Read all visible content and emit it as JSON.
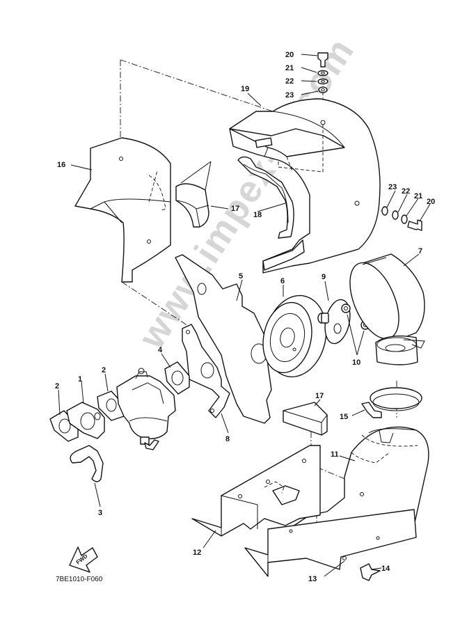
{
  "watermark": "www.impex-jp.com",
  "drawing_code": "7BE1010-F060",
  "fwd_label": "FWD",
  "callouts": {
    "c1": "1",
    "c2a": "2",
    "c2b": "2",
    "c3": "3",
    "c4": "4",
    "c5": "5",
    "c6": "6",
    "c7": "7",
    "c8": "8",
    "c9": "9",
    "c10": "10",
    "c11": "11",
    "c12": "12",
    "c13": "13",
    "c14": "14",
    "c15": "15",
    "c16": "16",
    "c17a": "17",
    "c17b": "17",
    "c18": "18",
    "c19": "19",
    "c20a": "20",
    "c20b": "20",
    "c21a": "21",
    "c21b": "21",
    "c22a": "22",
    "c22b": "22",
    "c23a": "23",
    "c23b": "23"
  }
}
